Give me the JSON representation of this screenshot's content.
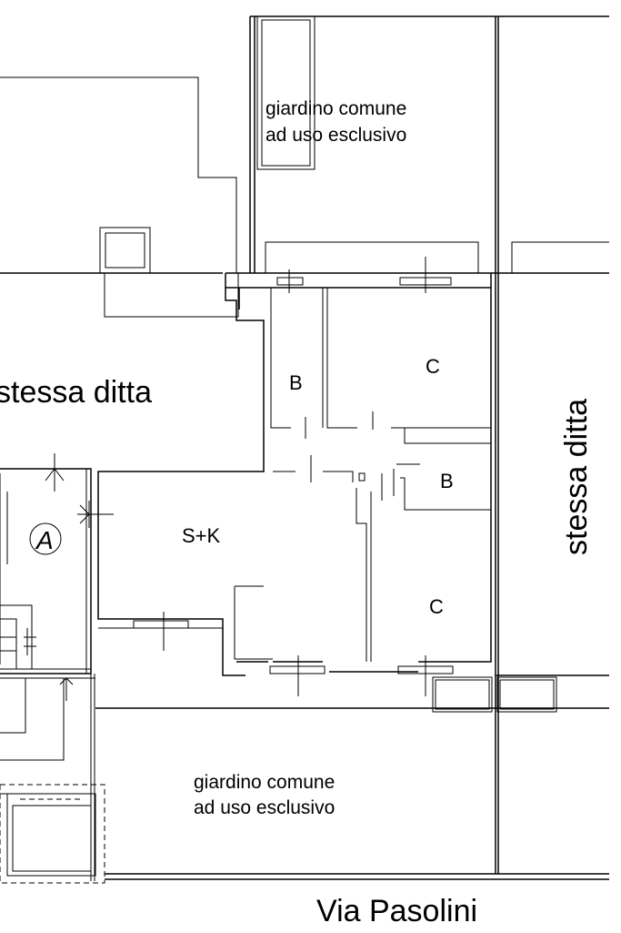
{
  "labels": {
    "garden_top_line1": "giardino comune",
    "garden_top_line2": "ad uso esclusivo",
    "garden_bottom_line1": "giardino comune",
    "garden_bottom_line2": "ad uso esclusivo",
    "left_neighbor": "stessa ditta",
    "right_neighbor": "stessa ditta",
    "room_bath_upper": "B",
    "room_bedroom_upper": "C",
    "room_bath_lower": "B",
    "room_living_kitchen": "S+K",
    "room_bedroom_lower": "C",
    "unit_marker": "A",
    "street": "Via Pasolini"
  }
}
